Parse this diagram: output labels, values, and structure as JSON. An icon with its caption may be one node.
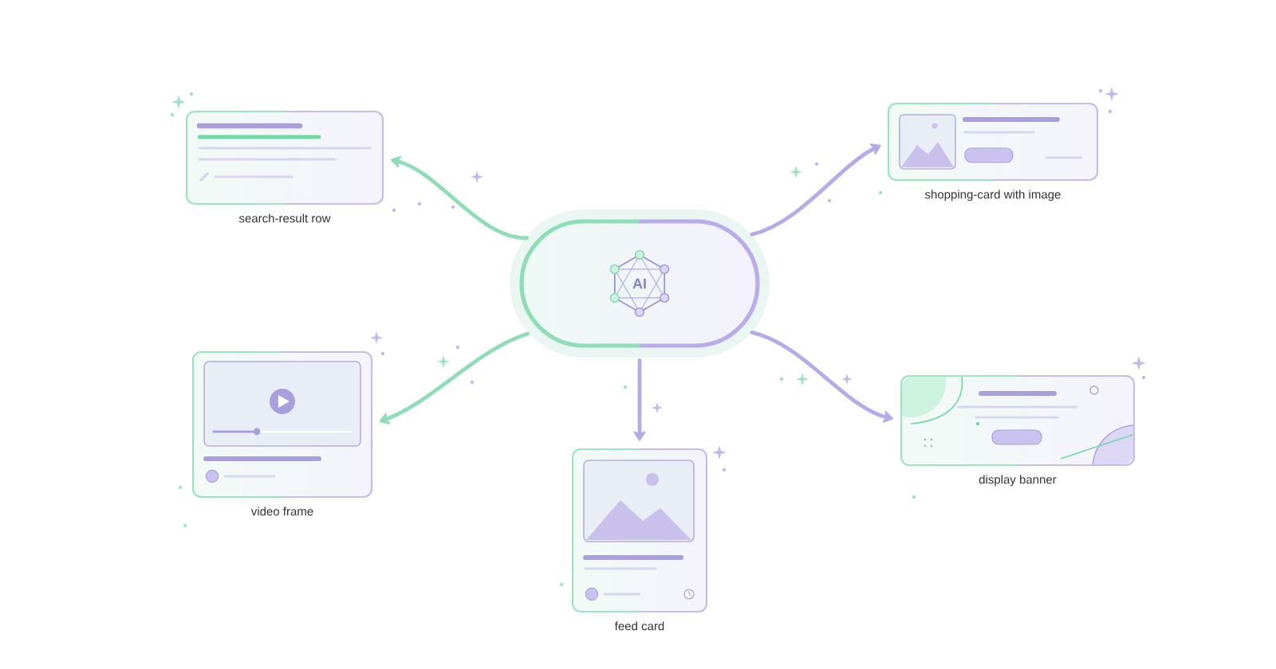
{
  "diagram": {
    "nodes": [
      {
        "text": [
          "search-result row"
        ]
      },
      {
        "text": [
          "shopping-card with image"
        ]
      },
      {
        "text": [
          "AI"
        ]
      },
      {
        "text": [
          "video frame"
        ]
      },
      {
        "text": [
          "display banner"
        ]
      },
      {
        "text": [
          "feed card"
        ]
      }
    ],
    "edges": [
      {
        "from": 2,
        "to": 0,
        "arrow": "to",
        "color": "#8edcb8"
      },
      {
        "from": 2,
        "to": 1,
        "arrow": "to"
      },
      {
        "from": 2,
        "to": 3,
        "arrow": "to",
        "color": "#8edcb8"
      },
      {
        "from": 2,
        "to": 4,
        "arrow": "to"
      },
      {
        "from": 2,
        "to": 5,
        "arrow": "to"
      }
    ]
  }
}
